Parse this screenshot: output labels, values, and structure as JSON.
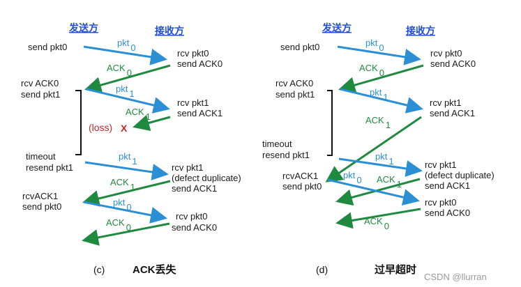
{
  "panel_c": {
    "sender_header": "发送方",
    "receiver_header": "接收方",
    "sender": [
      "send pkt0",
      "rcv ACK0",
      "send pkt1",
      "timeout",
      "resend pkt1",
      "rcvACK1",
      "send pkt0"
    ],
    "receiver": [
      "rcv pkt0",
      "send ACK0",
      "rcv pkt1",
      "send ACK1",
      "rcv pkt1",
      "(defect duplicate)",
      "send ACK1",
      "rcv pkt0",
      "send ACK0"
    ],
    "labels": {
      "pkt": "pkt",
      "ack": "ACK",
      "zero": "0",
      "one": "1"
    },
    "loss_label": "(loss)",
    "loss_mark": "X",
    "caption_letter": "(c)",
    "caption": "ACK丢失"
  },
  "panel_d": {
    "sender_header": "发送方",
    "receiver_header": "接收方",
    "sender": [
      "send pkt0",
      "rcv ACK0",
      "send pkt1",
      "timeout",
      "resend pkt1",
      "rcvACK1",
      "send pkt0"
    ],
    "receiver": [
      "rcv pkt0",
      "send ACK0",
      "rcv pkt1",
      "send ACK1",
      "rcv pkt1",
      "(defect duplicate)",
      "send ACK1",
      "rcv pkt0",
      "send ACK0"
    ],
    "labels": {
      "pkt": "pkt",
      "ack": "ACK",
      "zero": "0",
      "one": "1"
    },
    "caption_letter": "(d)",
    "caption": "过早超时"
  },
  "colors": {
    "packet_arrow": "#2b8fd6",
    "ack_arrow": "#1f8a3f",
    "header": "#1f4fd8",
    "loss": "#c62828"
  },
  "watermark": "CSDN @llurran"
}
